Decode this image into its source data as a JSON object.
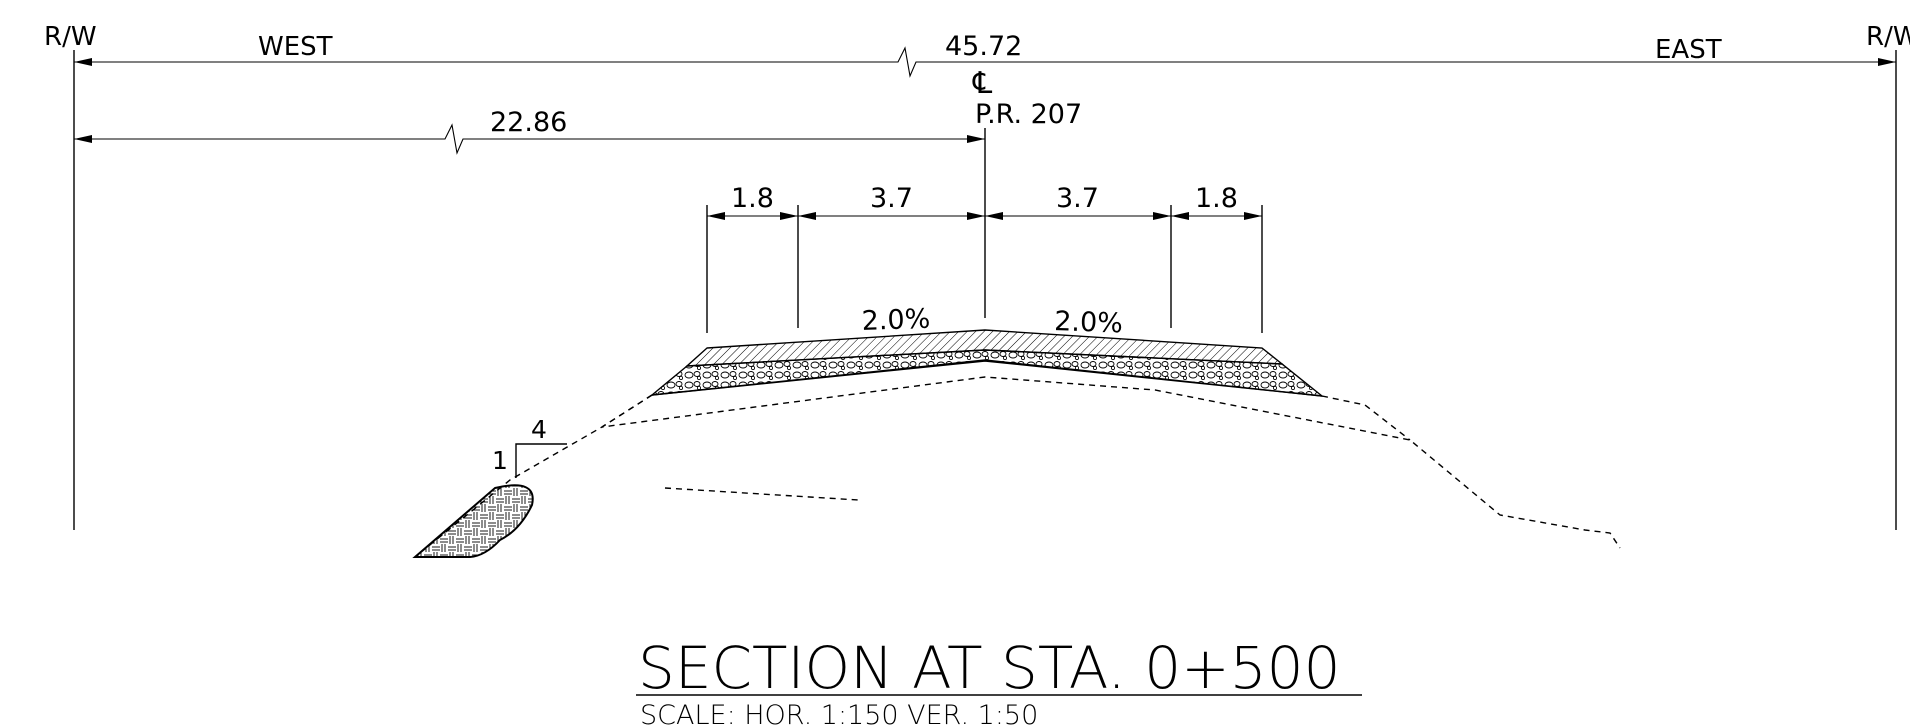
{
  "row_labels": {
    "left": "R/W",
    "right": "R/W"
  },
  "directions": {
    "west": "WEST",
    "east": "EAST"
  },
  "dimensions": {
    "total_width": "45.72",
    "half_width": "22.86",
    "shoulder_left": "1.8",
    "lane_left": "3.7",
    "lane_right": "3.7",
    "shoulder_right": "1.8"
  },
  "centerline": {
    "symbol": "℄",
    "road": "P.R. 207"
  },
  "slopes": {
    "left": "2.0%",
    "right": "2.0%"
  },
  "side_slope": {
    "vertical": "1",
    "horizontal": "4"
  },
  "title": {
    "main": "SECTION AT STA. 0+500",
    "scale": "SCALE: HOR. 1:150 VER. 1:50"
  }
}
